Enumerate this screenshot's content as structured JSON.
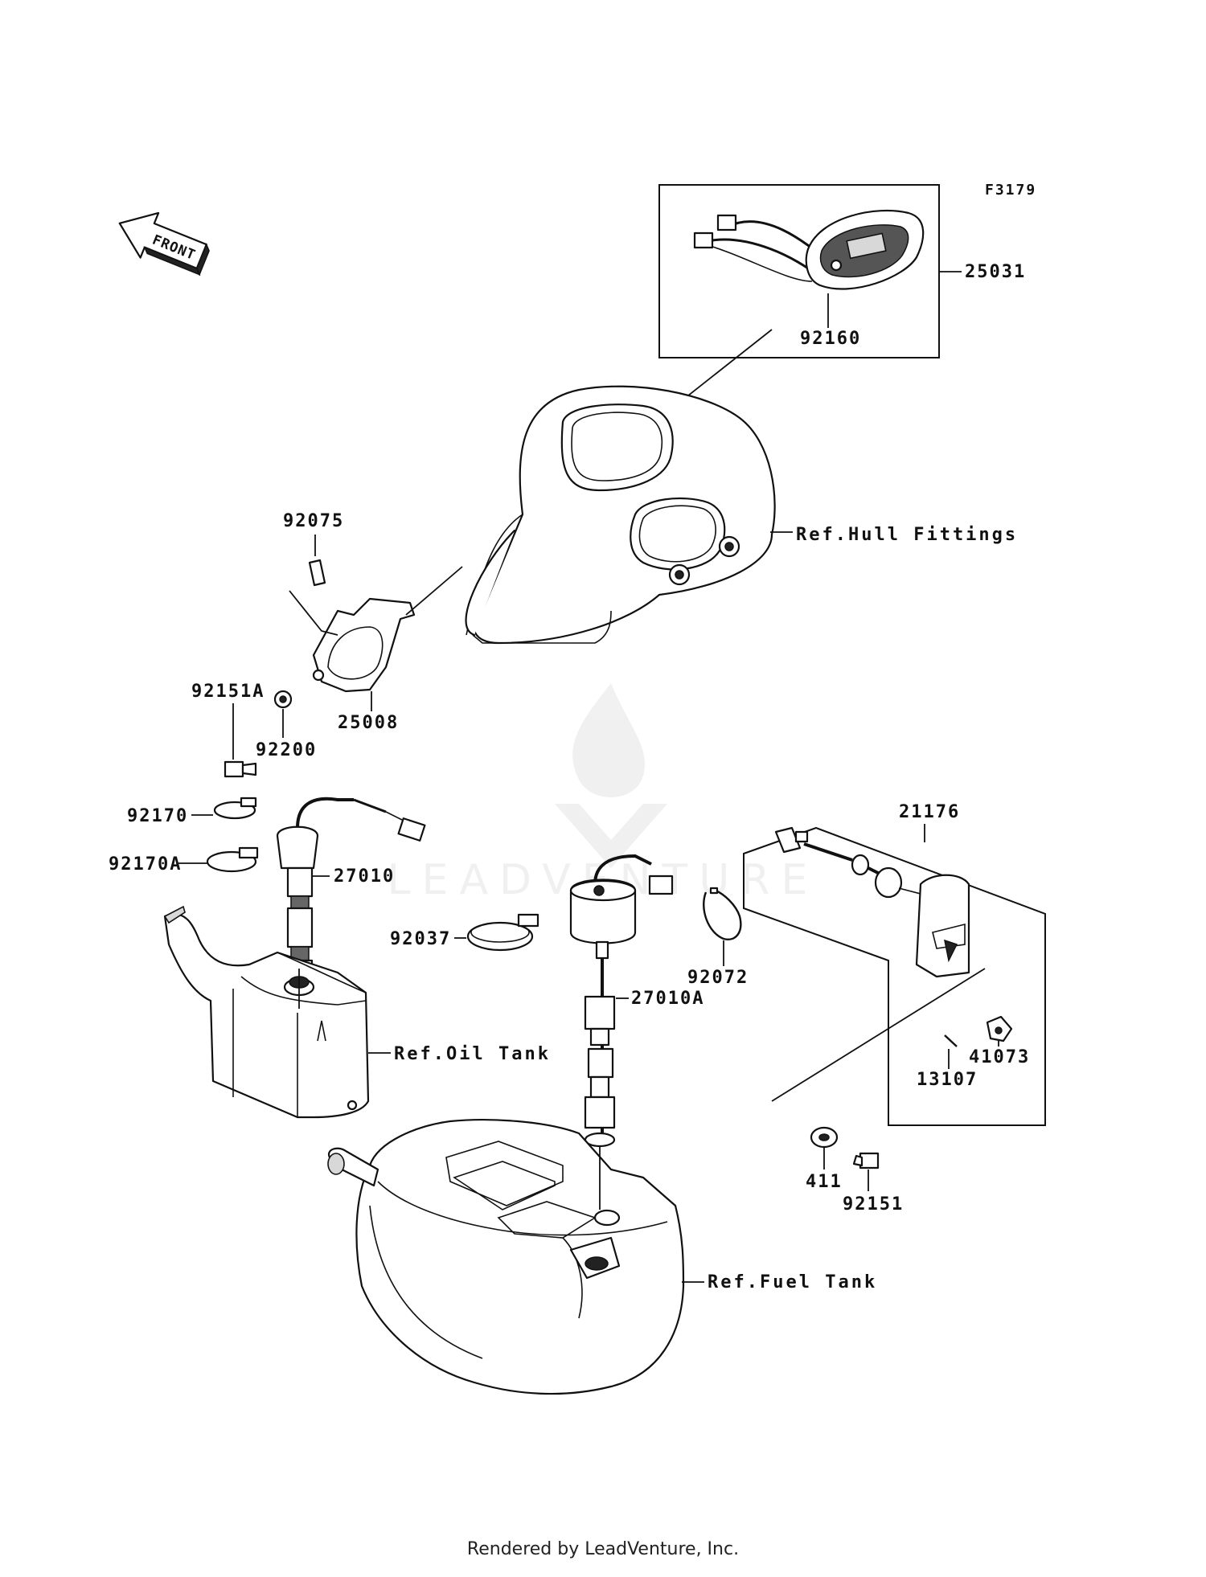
{
  "diagram_code": "F3179",
  "front_arrow_label": "FRONT",
  "footer": "Rendered by LeadVenture, Inc.",
  "watermark": "LEADVENTURE",
  "labels": {
    "p25031": "25031",
    "p92160": "92160",
    "p92075": "92075",
    "p92151A": "92151A",
    "p92200": "92200",
    "p25008": "25008",
    "p92170": "92170",
    "p92170A": "92170A",
    "p27010": "27010",
    "p92037": "92037",
    "p27010A": "27010A",
    "p92072": "92072",
    "p21176": "21176",
    "p41073": "41073",
    "p13107": "13107",
    "p411": "411",
    "p92151": "92151"
  },
  "references": {
    "hull": "Ref.Hull Fittings",
    "oil": "Ref.Oil Tank",
    "fuel": "Ref.Fuel Tank"
  }
}
